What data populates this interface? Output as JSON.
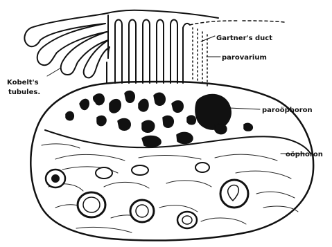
{
  "labels": {
    "gartners_duct": "Gartner's duct",
    "parovarium": "parovarium",
    "kobelts_tubules_line1": "Kobelt's",
    "kobelts_tubules_line2": "tubules.",
    "paroophoron": "paroöphoron",
    "oophoron": "oöphoron"
  },
  "colors": {
    "ink": "#111111",
    "paper": "#ffffff"
  }
}
